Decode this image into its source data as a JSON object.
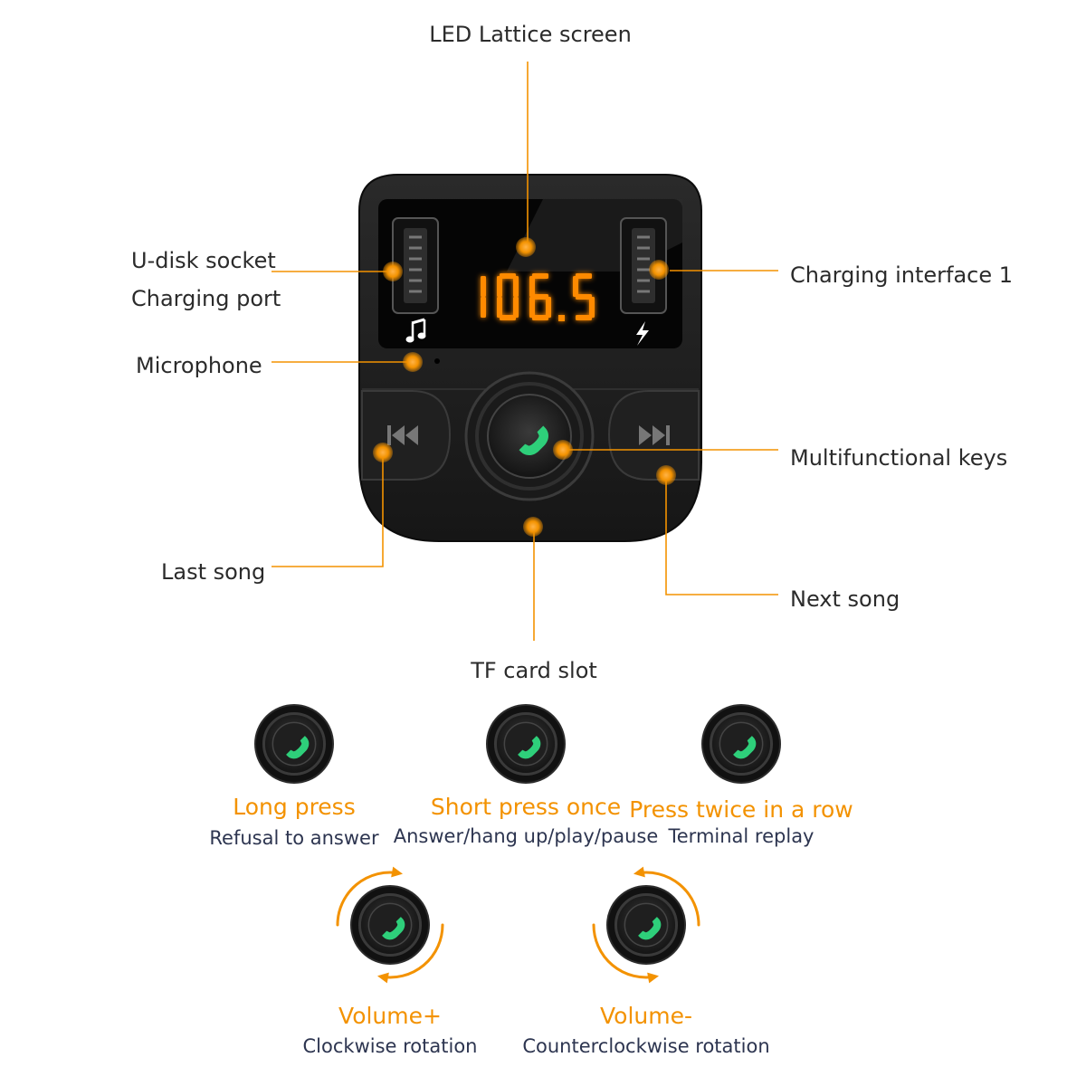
{
  "diagram": {
    "display_value": "106.5",
    "labels": {
      "led": "LED Lattice screen",
      "usb_left_1": "U-disk socket",
      "usb_left_2": "Charging port",
      "microphone": "Microphone",
      "charging_interface": "Charging interface 1",
      "multifunctional": "Multifunctional keys",
      "last_song": "Last song",
      "next_song": "Next song",
      "tf_card": "TF card slot"
    },
    "modes": [
      {
        "action": "Long press",
        "result": "Refusal to answer"
      },
      {
        "action": "Short press once",
        "result": "Answer/hang up/play/pause"
      },
      {
        "action": "Press twice in a row",
        "result": "Terminal replay"
      },
      {
        "action": "Volume+",
        "result": "Clockwise rotation"
      },
      {
        "action": "Volume-",
        "result": "Counterclockwise rotation"
      }
    ]
  },
  "colors": {
    "accent": "#f39200",
    "device": "#1c1c1c",
    "phone_green": "#2ecf7a",
    "text": "#2b2b2b"
  },
  "icons": [
    "music-note-icon",
    "lightning-icon",
    "previous-track-icon",
    "next-track-icon",
    "phone-icon",
    "clockwise-arrow-icon",
    "counterclockwise-arrow-icon"
  ]
}
